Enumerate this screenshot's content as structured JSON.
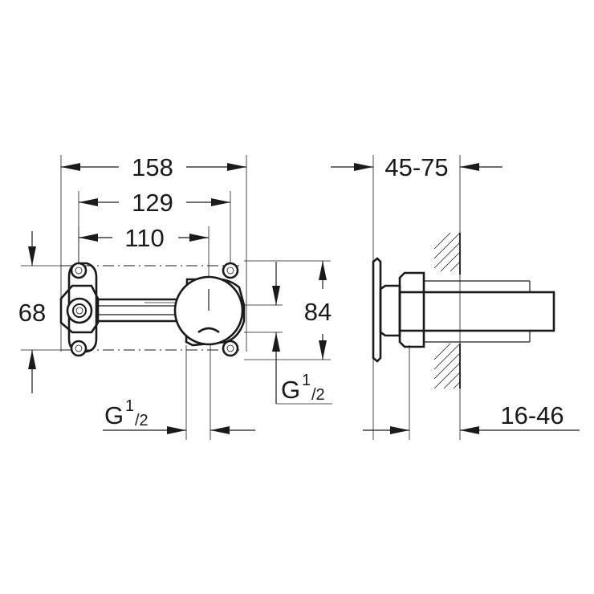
{
  "dimensions": {
    "width_total": "158",
    "width_inner": "129",
    "width_center": "110",
    "height_left": "68",
    "height_right": "84",
    "depth_top": "45-75",
    "depth_bottom": "16-46"
  },
  "threads": {
    "right": {
      "main": "G",
      "sup": "1",
      "sub": "/2"
    },
    "bottom": {
      "main": "G",
      "sup": "1",
      "sub": "/2"
    }
  }
}
